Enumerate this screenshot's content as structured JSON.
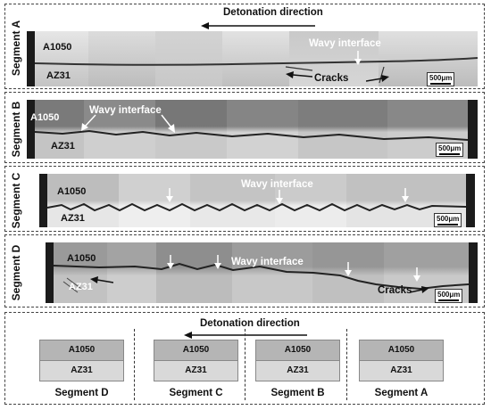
{
  "header": {
    "detonation_label": "Detonation direction"
  },
  "segments": [
    {
      "label": "Segment A",
      "top_material": "A1050",
      "bottom_material": "AZ31",
      "annotations": [
        "Wavy interface",
        "Cracks"
      ],
      "scale": "500μm"
    },
    {
      "label": "Segment B",
      "top_material": "A1050",
      "bottom_material": "AZ31",
      "annotations": [
        "Wavy interface"
      ],
      "scale": "500μm"
    },
    {
      "label": "Segment C",
      "top_material": "A1050",
      "bottom_material": "AZ31",
      "annotations": [
        "Wavy interface"
      ],
      "scale": "500μm"
    },
    {
      "label": "Segment D",
      "top_material": "A1050",
      "bottom_material": "AZ31",
      "annotations": [
        "Wavy interface",
        "Cracks"
      ],
      "scale": "500μm"
    }
  ],
  "schematic": {
    "detonation_label": "Detonation direction",
    "blocks": [
      {
        "name": "Segment D",
        "top": "A1050",
        "bottom": "AZ31"
      },
      {
        "name": "Segment C",
        "top": "A1050",
        "bottom": "AZ31"
      },
      {
        "name": "Segment B",
        "top": "A1050",
        "bottom": "AZ31"
      },
      {
        "name": "Segment A",
        "top": "A1050",
        "bottom": "AZ31"
      }
    ]
  }
}
